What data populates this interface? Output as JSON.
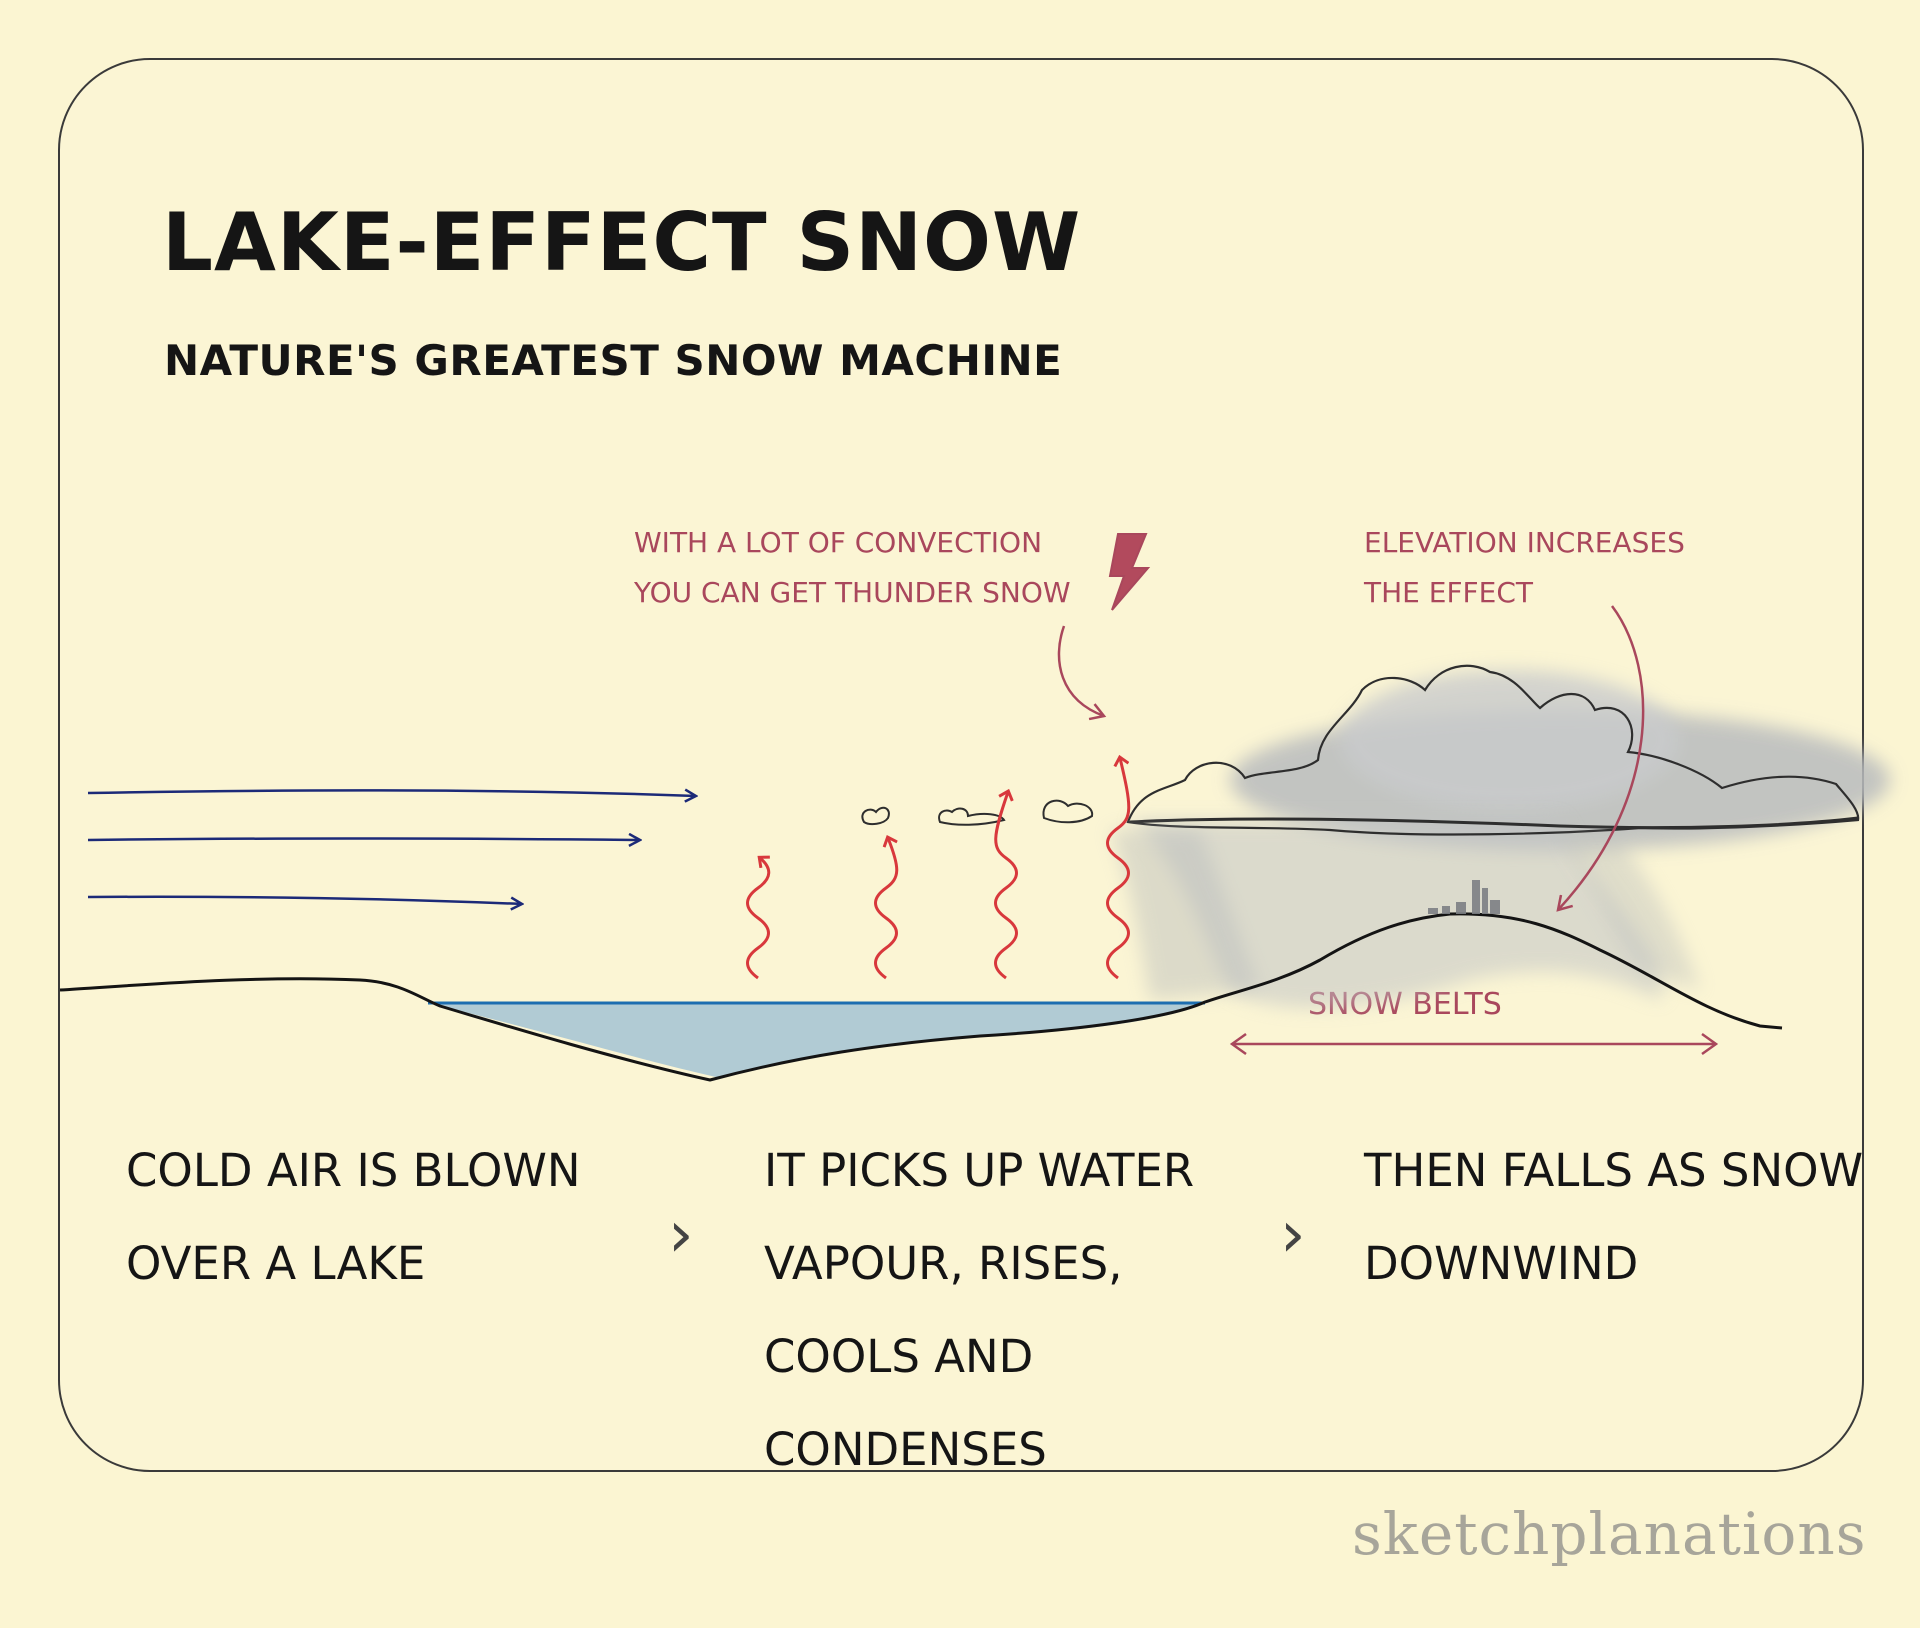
{
  "title": "Lake-effect snow",
  "subtitle": "Nature's greatest snow machine",
  "annotations": {
    "thunder": [
      "With a lot of convection",
      "you can get thunder snow"
    ],
    "elevation": [
      "Elevation increases",
      "the effect"
    ],
    "snow_belts": "Snow belts"
  },
  "steps": [
    "Cold air is blown over a lake",
    "It picks up water vapour, rises, cools and condenses",
    "Then falls as snow downwind"
  ],
  "separators": [
    "›",
    "›"
  ],
  "brand": "sketchplanations",
  "colors": {
    "background": "#fbf5d2",
    "ink": "#151515",
    "annotation": "#a9475c",
    "wind_arrows": "#1c2a78",
    "rising_air": "#d8383c",
    "lake": "#a8c6d4",
    "lake_edge": "#1d6eb0",
    "cloud": "#9aa0a6",
    "brand": "#a7a59a"
  },
  "icons": [
    "lightning-icon",
    "cloud-icon",
    "city-skyline-icon"
  ]
}
